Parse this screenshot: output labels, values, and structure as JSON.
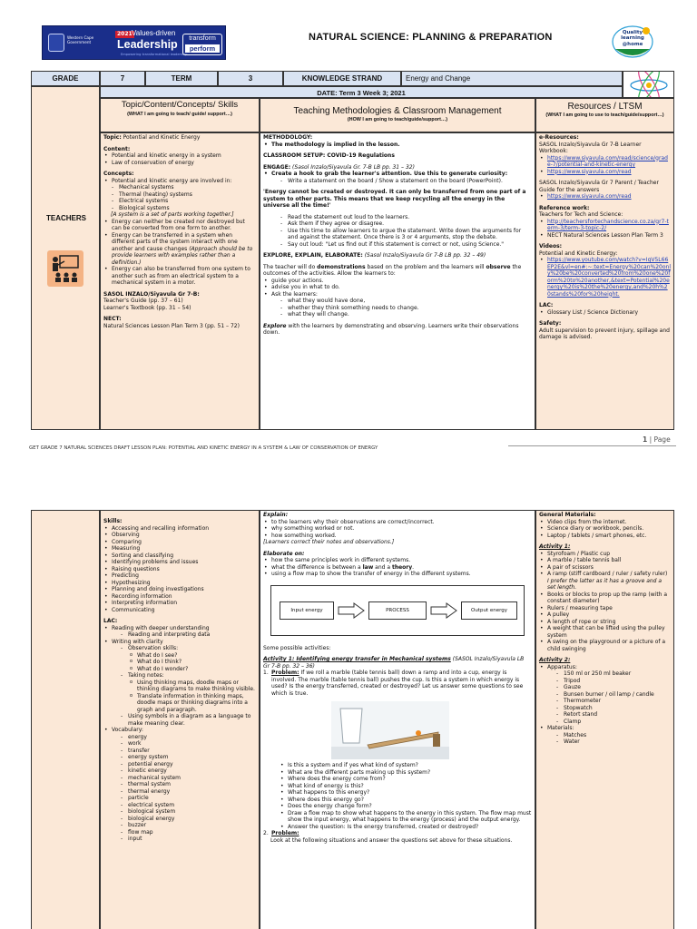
{
  "header": {
    "banner_line1": "Western Cape Government",
    "banner_year": "2021",
    "banner_vd": "Values-driven",
    "banner_leadership": "Leadership",
    "banner_empower": "Empowering transformational leadership",
    "banner_transform": "transform",
    "banner_perform": "perform",
    "title": "NATURAL SCIENCE: PLANNING & PREPARATION",
    "quality_logo": "Quality learning @home"
  },
  "grade_row": {
    "grade_label": "GRADE",
    "grade_value": "7",
    "term_label": "TERM",
    "term_value": "3",
    "strand_label": "KNOWLEDGE STRAND",
    "strand_value": "Energy and Change"
  },
  "date_row": "DATE: Term 3 Week 3; 2021",
  "teachers_label": "TEACHERS",
  "col_headers": {
    "topic_title": "Topic/Content/Concepts/ Skills",
    "topic_sub": "(WHAT I am going to teach/ guide/ support…)",
    "method_title": "Teaching Methodologies & Classroom Management",
    "method_sub": "(HOW I am going to teach/guide/support…)",
    "res_title": "Resources / LTSM",
    "res_sub": "(WHAT I am going to use to teach/guide/support…)"
  },
  "topic_col": {
    "topic_label": "Topic:",
    "topic_value": "Potential and Kinetic Energy",
    "content_label": "Content:",
    "content_items": [
      "Potential and kinetic energy in a system",
      "Law of conservation of energy"
    ],
    "concepts_label": "Concepts:",
    "concept_1": "Potential and kinetic energy are involved in:",
    "concept_1_subs": [
      "Mechanical systems",
      "Thermal (heating) systems",
      "Electrical systems",
      "Biological systems"
    ],
    "concept_1_note": "[A system is a set of parts working together.]",
    "concept_2": "Energy can neither be created nor destroyed but can be converted from one form to another.",
    "concept_3": "Energy can be transferred in a system when different parts of the system interact with one another and cause changes",
    "concept_3_note": "(Approach should be to provide learners with examples rather than a definition.)",
    "concept_4": "Energy can also be transferred from one system to another such as from an electrical system to a mechanical system in a motor.",
    "sasol_label": "SASOL INZALO/Siyavula Gr 7-B:",
    "sasol_lines": [
      "Teacher's Guide (pp. 37 – 61)",
      "Learner's Textbook (pp. 31 – 54)"
    ],
    "nect_label": "NECT:",
    "nect_value": "Natural Sciences Lesson Plan Term 3 (pp. 51 – 72)"
  },
  "method_col": {
    "methodology_label": "METHODOLOGY:",
    "methodology_item": "The methodology is implied in the lesson.",
    "setup": "CLASSROOM SETUP:  COVID-19 Regulations",
    "engage_label": "ENGAGE:",
    "engage_ref": "(Sasol Inzalo/Siyavula Gr. 7-B LB pp. 31 – 32)",
    "engage_item": "Create a hook to grab the learner's attention.  Use this to generate curiosity:",
    "engage_sub": "Write a statement on the board / Show a statement on the board (PowerPoint).",
    "quote": "'Energy cannot be created or destroyed. It can only be transferred from one part of a system to other parts. This means that we keep recycling all the energy in the universe all the time!'",
    "steps": [
      "Read the statement out loud to the learners.",
      "Ask them if they agree or disagree.",
      "Use this time to allow learners to argue the statement.  Write down the arguments for and against the statement.  Once there is 3 or 4 arguments, stop the debate.",
      "Say out loud: \"Let us find out if this statement is correct or not, using Science.\""
    ],
    "explore_label": "EXPLORE, EXPLAIN, ELABORATE:",
    "explore_ref": "(Sasol Inzalo/Siyavula Gr 7-B LB pp. 32 – 49)",
    "demo_pre": "The teacher will do",
    "demo_bold": "demonstrations",
    "demo_mid": "based on the problem and the learners will",
    "observe_bold": "observe",
    "demo_post": "the outcomes of the activities.  Allow the learners to:",
    "allow_items": [
      "guide your actions.",
      "advise you in what to do.",
      "Ask the learners:"
    ],
    "ask_subs": [
      "what they would have done,",
      "whether they think something needs to change.",
      "what they will change."
    ],
    "explore_closing_bold": "Explore",
    "explore_closing": "with the learners by demonstrating and observing.  Learners write their observations down."
  },
  "res_col": {
    "eres_label": "e-Resources:",
    "eres_text": "SASOL Inzalo/Siyavula Gr 7-B Learner Workbook:",
    "eres_links": [
      "https://www.siyavula.com/read/science/grade-7/potential-and-kinetic-energy",
      "https://www.siyavula.com/read"
    ],
    "parent_text": "SASOL Inzalo/Siyavula Gr 7 Parent / Teacher Guide for the answers",
    "parent_link": "https://www.siyavula.com/read",
    "ref_label": "Reference work:",
    "ref_text": "Teachers for Tech and Science:",
    "ref_link": "http://teachersfortechandscience.co.za/gr7-term-3/term-3-topic-2/",
    "ref_nect": "NECT Natural Sciences Lesson Plan Term 3",
    "videos_label": "Videos:",
    "videos_text": "Potential and Kinetic Energy:",
    "video_link": "https://www.youtube.com/watch?v=IqV5L66EP2E&vl=en#:~:text=Energy%20can%20only%20be%20converted%20from%20one%20form%20to%20another,&text=Potential%20energy%20is%20the%20energy,and%20h%20stands%20for%20height.",
    "lac_label": "LAC:",
    "lac_item": "Glossary List / Science Dictionary",
    "safety_label": "Safety:",
    "safety_text": "Adult supervision to prevent injury, spillage and damage is advised."
  },
  "footer": {
    "line": "GET GRADE 7 NATURAL SCIENCES DRAFT LESSON PLAN: POTENTIAL AND KINETIC ENERGY IN A SYSTEM & LAW OF CONSERVATION OF ENERGY",
    "page_num": "1",
    "page_word": "| Page"
  },
  "page2": {
    "skills_label": "Skills:",
    "skills": [
      "Accessing and recalling information",
      "Observing",
      "Comparing",
      "Measuring",
      "Sorting and classifying",
      "Identifying problems and issues",
      "Raising questions",
      "Predicting",
      "Hypothesizing",
      "Planning and doing investigations",
      "Recording information",
      "Interpreting information",
      "Communicating"
    ],
    "lac_label": "LAC:",
    "lac_1": "Reading with deeper understanding",
    "lac_1_sub": "Reading and interpreting data",
    "lac_2": "Writing with clarity",
    "obs_label": "Observation skills:",
    "obs_items": [
      "What do I see?",
      "What do I think?",
      "What do I wonder?"
    ],
    "notes_label": "Taking notes:",
    "notes_items": [
      "Using thinking maps, doodle maps or thinking diagrams to make thinking visible.",
      "Translate information in thinking maps, doodle maps or thinking diagrams into a graph and paragraph."
    ],
    "symbols": "Using symbols in a diagram as a language to make meaning clear.",
    "vocab_label": "Vocabulary:",
    "vocab": [
      "energy",
      "work",
      "transfer",
      "energy system",
      "potential energy",
      "kinetic energy",
      "mechanical system",
      "thermal system",
      "thermal energy",
      "particle",
      "electrical system",
      "biological system",
      "biological energy",
      "buzzer",
      "flow map",
      "input"
    ],
    "explain_label": "Explain:",
    "explain_items": [
      "to the learners why their observations are correct/incorrect.",
      "why something worked or not.",
      "how something worked."
    ],
    "explain_note": "[Learners correct their notes and observations.]",
    "elaborate_label": "Elaborate on:",
    "elab_1": "how the same principles work in different systems.",
    "elab_2_pre": "what the difference is between a",
    "elab_2_law": "law",
    "elab_2_and": "and a",
    "elab_2_theory": "theory",
    "elab_3": "using a flow map to show the transfer of energy in the different systems.",
    "flow": [
      "Input energy",
      "PROCESS",
      "Output energy"
    ],
    "possible": "Some possible activities:",
    "activity1_title": "Activity 1: Identifying energy transfer in Mechanical systems",
    "activity1_ref": "(SASOL Inzalo/Siyavula LB Gr 7-B pp. 32 – 36)",
    "problem_label": "Problem:",
    "problem1_text": "If we roll a marble (table tennis ball) down a ramp and into a cup, energy is involved.  The marble (table tennis ball) pushes the cup.  Is this a system in which energy is used?  Is the energy transferred, created or destroyed?  Let us answer some questions to see which is true.",
    "questions": [
      "Is this a system and if yes what kind of system?",
      "What are the different parts making up this system?",
      "Where does the energy come from?",
      "What kind of energy is this?",
      "What happens to this energy?",
      "Where does this energy go?",
      "Does the energy change form?",
      "Draw a flow map to show what happens to the energy in this system.  The flow map must show the input energy, what happens to the energy (process) and the output energy.",
      "Answer the question: Is the energy transferred, created or destroyed?"
    ],
    "problem2_text": "Look at the following situations and answer the questions set above for these situations.",
    "gm_label": "General Materials:",
    "gm_items": [
      "Video clips from the internet.",
      "Science diary or workbook, pencils.",
      "Laptop / tablets / smart phones, etc."
    ],
    "act1_label": "Activity 1:",
    "act1_items": [
      "Styrofoam / Plastic cup",
      "A marble / table tennis ball",
      "A pair of scissors",
      "A ramp (stiff cardboard / ruler / safety ruler)",
      "Books or blocks to prop up the ramp (with a constant diameter)",
      "Rulers / measuring tape",
      "A pulley",
      "A length of rope or string",
      "A weight that can be lifted using the pulley system",
      "A swing on the playground or a picture of a child swinging"
    ],
    "ramp_note": "I prefer the latter as it has a groove and a set length.",
    "act2_label": "Activity 2:",
    "apparatus_label": "Apparatus:",
    "apparatus": [
      "150 ml or 250 ml beaker",
      "Tripod",
      "Gauze",
      "Bunsen burner / oil lamp / candle",
      "Thermometer",
      "Stopwatch",
      "Retort stand",
      "Clamp"
    ],
    "materials_label": "Materials:",
    "materials": [
      "Matches",
      "Water"
    ]
  }
}
